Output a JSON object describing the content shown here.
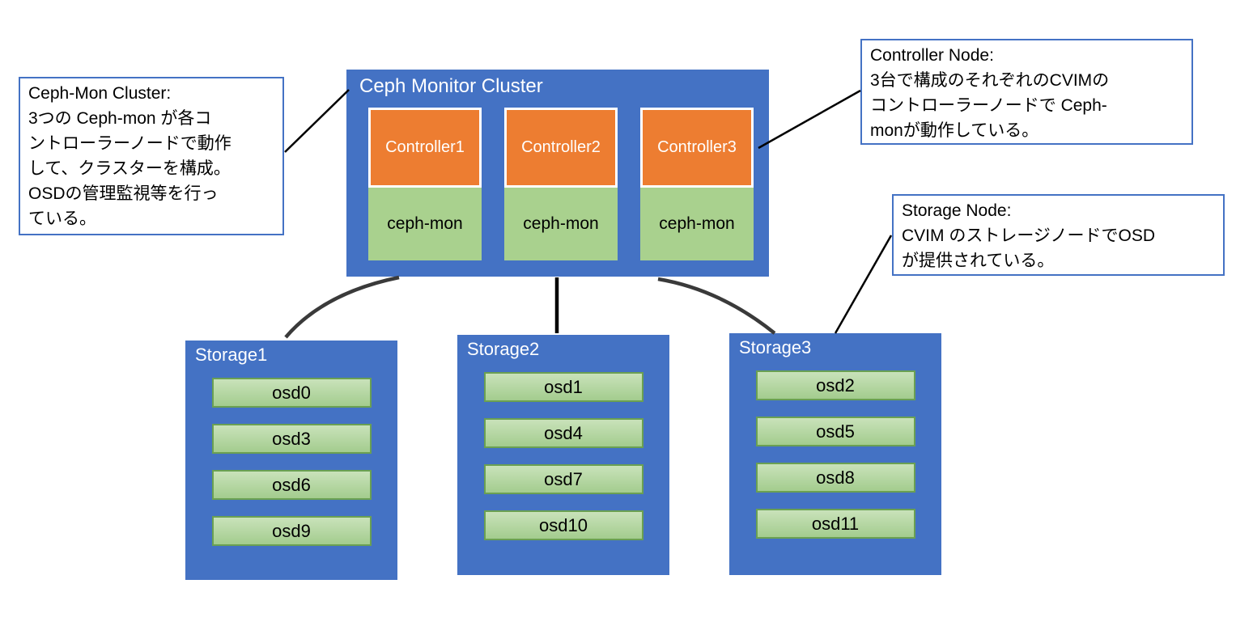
{
  "colors": {
    "node_blue": "#4472C4",
    "controller_orange": "#ED7D31",
    "mon_green": "#A9D18E",
    "osd_green_top": "#C9E2BA",
    "osd_green_bottom": "#A3CC8E",
    "osd_border_green": "#6AA052",
    "callout_border_blue": "#4472C4",
    "connector_dark": "#3A3A3A",
    "connector_black": "#000000"
  },
  "callouts": {
    "ceph_mon_cluster": {
      "lines": [
        "Ceph-Mon Cluster:",
        "3つの Ceph-mon が各コ",
        "ントローラーノードで動作",
        "して、クラスターを構成。",
        "OSDの管理監視等を行っ",
        "ている。"
      ]
    },
    "controller_node": {
      "lines": [
        "Controller Node:",
        "3台で構成のそれぞれのCVIMの",
        "コントローラーノードで Ceph-",
        "monが動作している。"
      ]
    },
    "storage_node": {
      "lines": [
        "Storage Node:",
        "CVIM のストレージノードでOSD",
        "が提供されている。"
      ]
    }
  },
  "monitor_cluster": {
    "title": "Ceph Monitor Cluster",
    "nodes": [
      {
        "controller": "Controller1",
        "service": "ceph-mon"
      },
      {
        "controller": "Controller2",
        "service": "ceph-mon"
      },
      {
        "controller": "Controller3",
        "service": "ceph-mon"
      }
    ]
  },
  "storage_nodes": [
    {
      "title": "Storage1",
      "osds": [
        "osd0",
        "osd3",
        "osd6",
        "osd9"
      ]
    },
    {
      "title": "Storage2",
      "osds": [
        "osd1",
        "osd4",
        "osd7",
        "osd10"
      ]
    },
    {
      "title": "Storage3",
      "osds": [
        "osd2",
        "osd5",
        "osd8",
        "osd11"
      ]
    }
  ]
}
